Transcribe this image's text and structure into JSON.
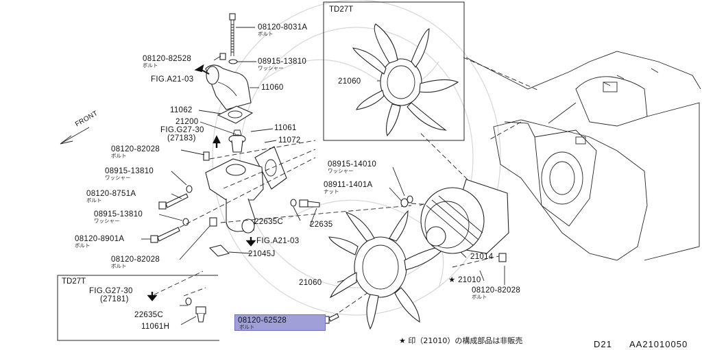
{
  "labels": [
    {
      "num": "08120-8031A",
      "sub": "ボルト"
    },
    {
      "num": "08120-82528",
      "sub": "ボルト"
    },
    {
      "num": "08915-13810",
      "sub": "ワッシャー"
    },
    {
      "num": "11060",
      "sub": ""
    },
    {
      "num": "11062",
      "sub": ""
    },
    {
      "num": "21200",
      "sub": ""
    },
    {
      "num": "FIG.G27-30",
      "sub": ""
    },
    {
      "num": "(27183)",
      "sub": ""
    },
    {
      "num": "11061",
      "sub": ""
    },
    {
      "num": "11072",
      "sub": ""
    },
    {
      "num": "08120-82028",
      "sub": "ボルト"
    },
    {
      "num": "08915-13810",
      "sub": "ワッシャー"
    },
    {
      "num": "08120-8751A",
      "sub": "ボルト"
    },
    {
      "num": "08915-13810",
      "sub": "ワッシャー"
    },
    {
      "num": "08120-8901A",
      "sub": "ボルト"
    },
    {
      "num": "08120-82028",
      "sub": "ボルト"
    },
    {
      "num": "22635C",
      "sub": ""
    },
    {
      "num": "22635",
      "sub": ""
    },
    {
      "num": "FIG.A21-03",
      "sub": ""
    },
    {
      "num": "21045J",
      "sub": ""
    },
    {
      "num": "FIG.A21-03",
      "sub": ""
    },
    {
      "num": "08915-14010",
      "sub": "ワッシャー"
    },
    {
      "num": "08911-1401A",
      "sub": "ナット"
    },
    {
      "num": "21060",
      "sub": ""
    },
    {
      "num": "21060",
      "sub": ""
    },
    {
      "num": "21014",
      "sub": ""
    },
    {
      "num": "★ 21010",
      "sub": ""
    },
    {
      "num": "08120-82028",
      "sub": "ボルト"
    },
    {
      "num": "08120-62528",
      "sub": "ボルト"
    }
  ],
  "front_label": "FRONT",
  "inset_top": {
    "title": "TD27T",
    "part": "21060"
  },
  "inset_bottom": {
    "title": "TD27T",
    "fig": "FIG.G27-30",
    "ref": "(27181)",
    "p1": "22635C",
    "p2": "11061H"
  },
  "footer": {
    "note": "★ 印（21010）の構成部品は非販売",
    "page": "D21",
    "code": "AA21010050"
  },
  "highlight_color": "#9fa0d8"
}
